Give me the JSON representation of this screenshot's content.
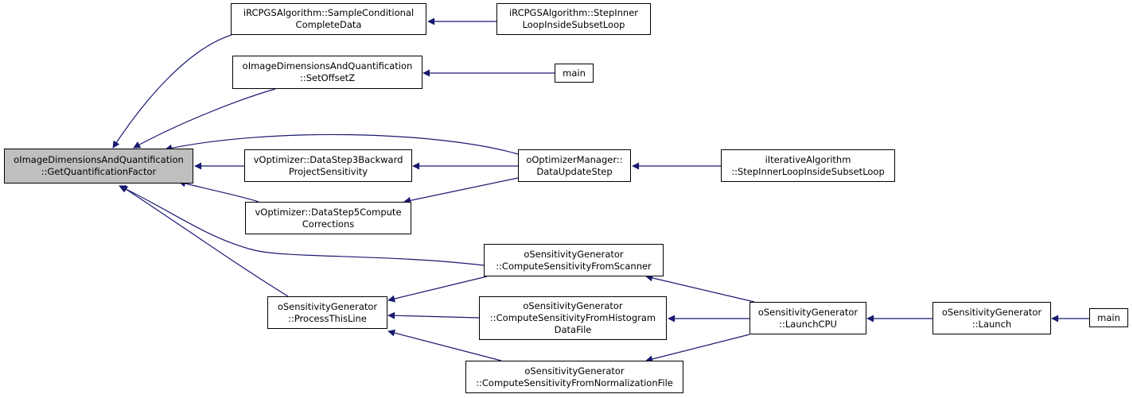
{
  "colors": {
    "edge": "#191970",
    "node_border": "#000000",
    "root_fill": "#bfbfbf",
    "node_fill": "#ffffff"
  },
  "nodes": {
    "root": [
      "oImageDimensionsAndQuantification",
      "::GetQuantificationFactor"
    ],
    "sample_cond": [
      "iRCPGSAlgorithm::SampleConditional",
      "CompleteData"
    ],
    "step_inner_rcpgs": [
      "iRCPGSAlgorithm::StepInner",
      "LoopInsideSubsetLoop"
    ],
    "set_offset_z": [
      "oImageDimensionsAndQuantification",
      "::SetOffsetZ"
    ],
    "main_1": [
      "main"
    ],
    "data_step3": [
      "vOptimizer::DataStep3Backward",
      "ProjectSensitivity"
    ],
    "data_step5": [
      "vOptimizer::DataStep5Compute",
      "Corrections"
    ],
    "data_update": [
      "oOptimizerManager::",
      "DataUpdateStep"
    ],
    "iterative_step": [
      "iIterativeAlgorithm",
      "::StepInnerLoopInsideSubsetLoop"
    ],
    "process_line": [
      "oSensitivityGenerator",
      "::ProcessThisLine"
    ],
    "from_scanner": [
      "oSensitivityGenerator",
      "::ComputeSensitivityFromScanner"
    ],
    "from_histogram": [
      "oSensitivityGenerator",
      "::ComputeSensitivityFromHistogram",
      "DataFile"
    ],
    "from_normalization": [
      "oSensitivityGenerator",
      "::ComputeSensitivityFromNormalizationFile"
    ],
    "launch_cpu": [
      "oSensitivityGenerator",
      "::LaunchCPU"
    ],
    "launch": [
      "oSensitivityGenerator",
      "::Launch"
    ],
    "main_2": [
      "main"
    ]
  }
}
